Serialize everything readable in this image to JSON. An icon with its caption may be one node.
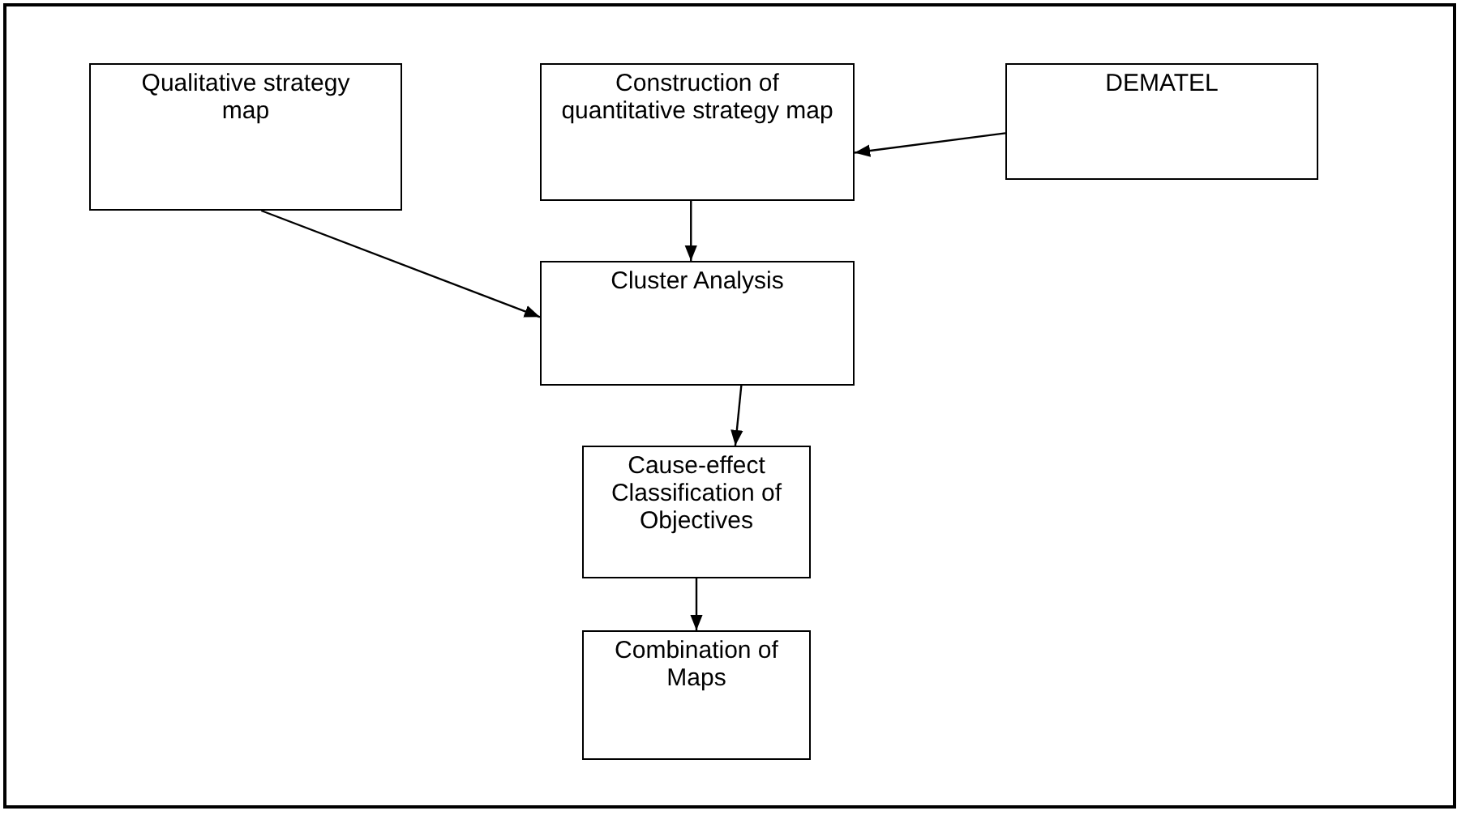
{
  "diagram": {
    "nodes": [
      {
        "text": [
          "Qualitative strategy map"
        ]
      },
      {
        "text": [
          "Construction of quantitative strategy map"
        ]
      },
      {
        "text": [
          "DEMATEL"
        ]
      },
      {
        "text": [
          "Cluster Analysis"
        ]
      },
      {
        "text": [
          "Cause-effect Classification of Objectives"
        ]
      },
      {
        "text": [
          "Combination of Maps"
        ]
      }
    ],
    "edges": [
      {
        "from": 2,
        "to": 1,
        "arrow": "to"
      },
      {
        "from": 1,
        "to": 3,
        "arrow": "to"
      },
      {
        "from": 0,
        "to": 3,
        "arrow": "to"
      },
      {
        "from": 3,
        "to": 4,
        "arrow": "to"
      },
      {
        "from": 4,
        "to": 5,
        "arrow": "to"
      }
    ]
  }
}
